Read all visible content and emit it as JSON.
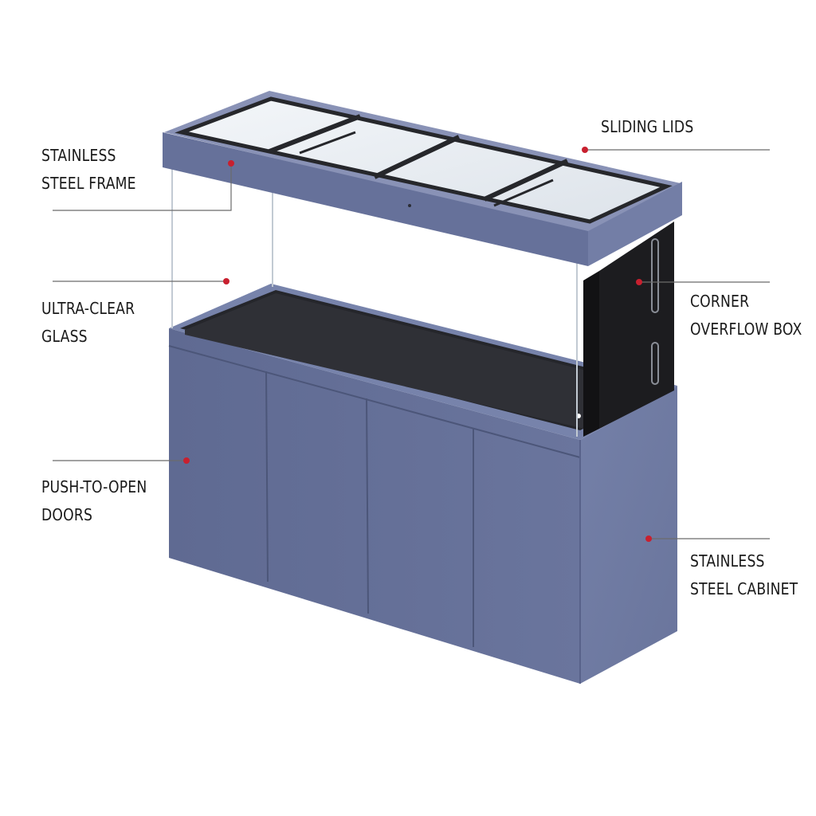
{
  "colors": {
    "cabinet": "#66719a",
    "cabinet_dark": "#5a6489",
    "cabinet_side": "#6e79a2",
    "overflow": "#1d1d20",
    "glass": "#cfd6de",
    "callout": "#c8202f",
    "text": "#1a1a1a"
  },
  "callouts": {
    "stainless_steel_frame": {
      "lines": [
        "STAINLESS",
        "STEEL FRAME"
      ]
    },
    "sliding_lids": {
      "lines": [
        "SLIDING LIDS"
      ]
    },
    "ultra_clear_glass": {
      "lines": [
        "ULTRA-CLEAR",
        "GLASS"
      ]
    },
    "corner_overflow_box": {
      "lines": [
        "CORNER",
        "OVERFLOW BOX"
      ]
    },
    "push_to_open_doors": {
      "lines": [
        "PUSH-TO-OPEN",
        "DOORS"
      ]
    },
    "stainless_steel_cabinet": {
      "lines": [
        "STAINLESS",
        "STEEL CABINET"
      ]
    }
  }
}
